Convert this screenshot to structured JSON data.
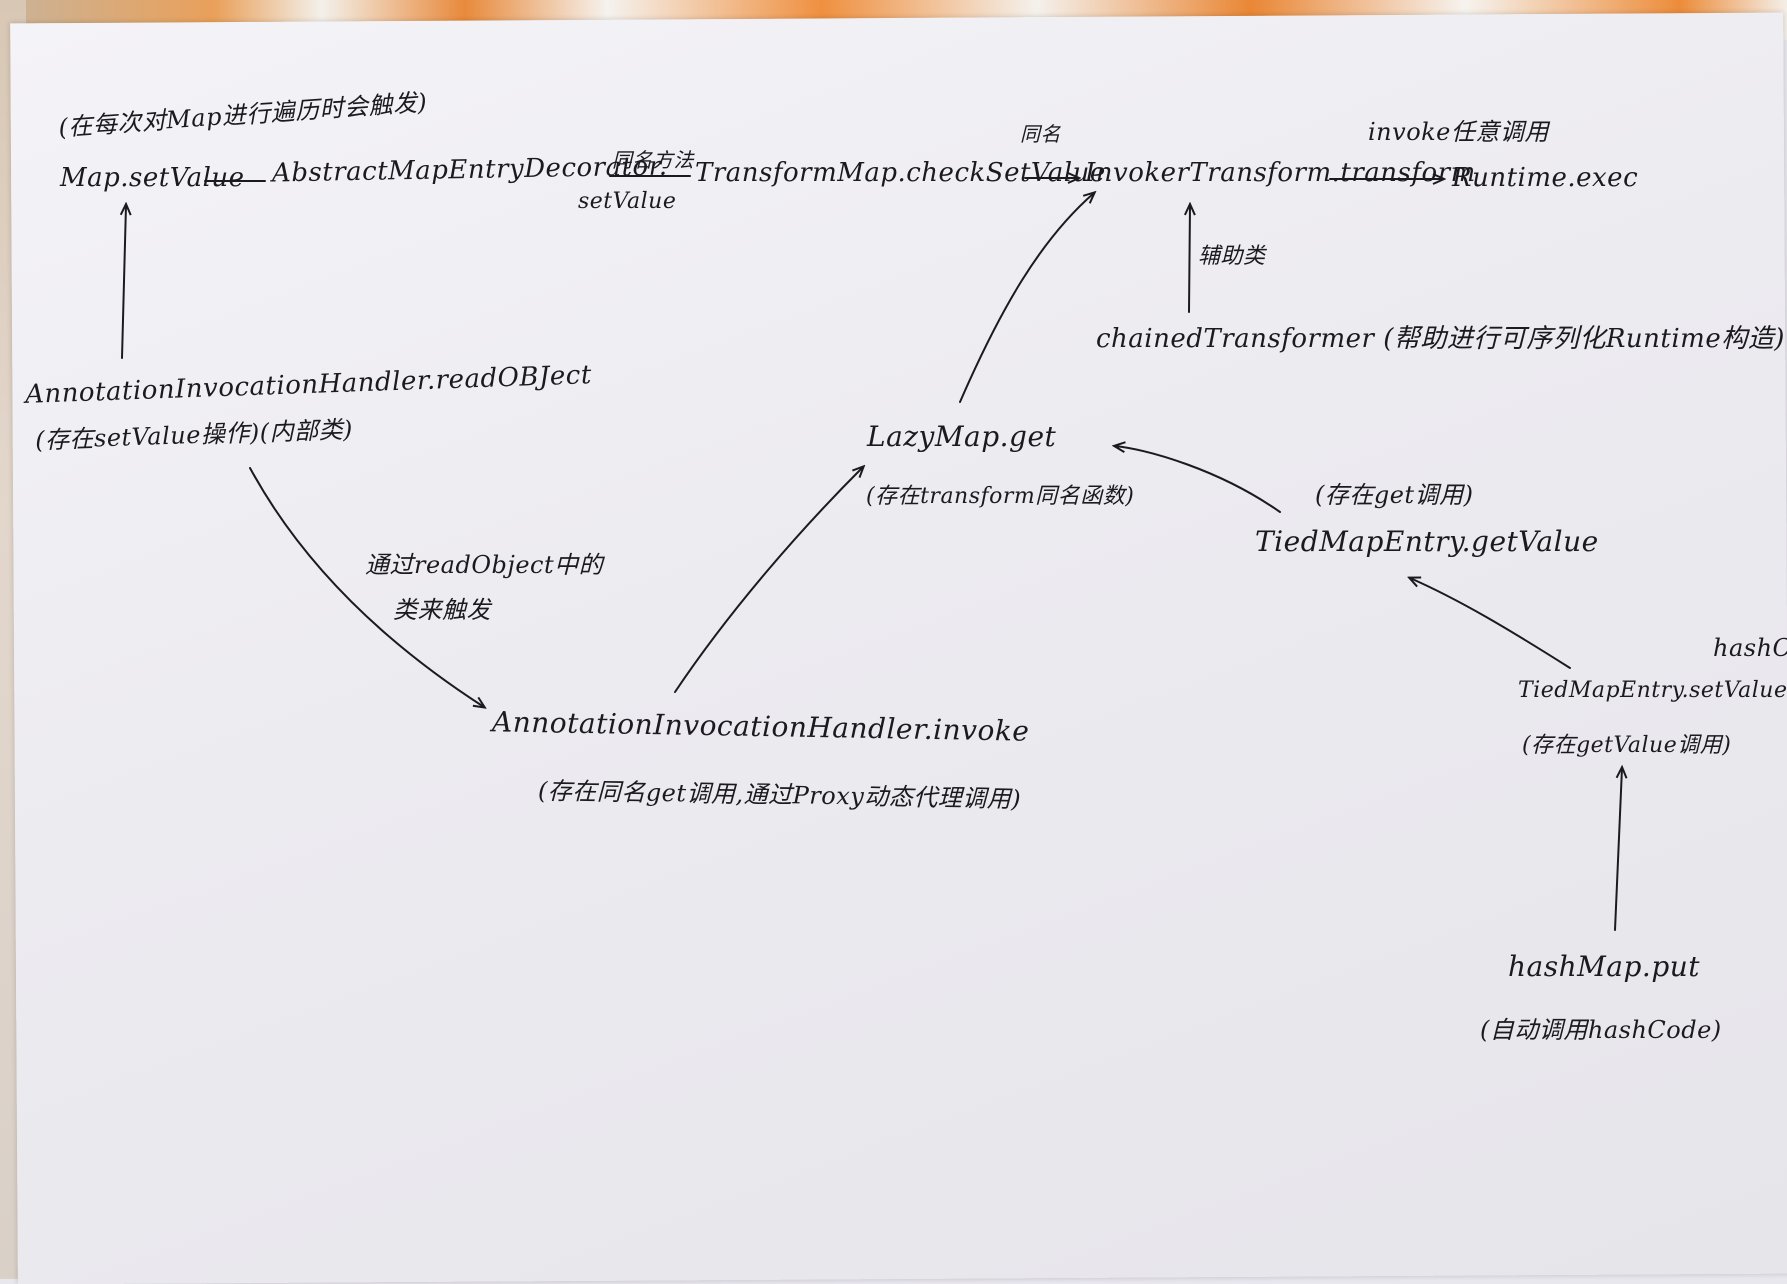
{
  "top_note": "(在每次对Map进行遍历时会触发)",
  "map_setvalue": "Map.setValue",
  "abstract_decorator": "AbstractMapEntryDecorator.",
  "same_name_method": "同名方法",
  "setvalue_under": "setValue",
  "transform_map": "TransformMap.checkSetValue",
  "same_name_top": "同名",
  "invoker_transform": "InvokerTransform.transform",
  "invoke_note": "invoke任意调用",
  "runtime_exec": "Runtime.exec",
  "helper_class": "辅助类",
  "chained_transformer": "chainedTransformer (帮助进行可序列化Runtime构造)",
  "annotation_readobject": "AnnotationInvocationHandler.readOBJect",
  "annotation_readobject_note": "(存在setValue操作)(内部类)",
  "trigger_note_line1": "通过readObject中的",
  "trigger_note_line2": "类来触发",
  "lazymap_get": "LazyMap.get",
  "lazymap_note": "(存在transform同名函数)",
  "tied_get_note": "(存在get调用)",
  "tied_getvalue": "TiedMapEntry.getValue",
  "annotation_invoke": "AnnotationInvocationHandler.invoke",
  "annotation_invoke_note": "(存在同名get调用,通过Proxy动态代理调用)",
  "tied_hashcode_top": "hashCode",
  "tied_setvalue": "TiedMapEntry.setValue",
  "tied_setvalue_note": "(存在getValue调用)",
  "hashmap_put": "hashMap.put",
  "hashmap_note": "(自动调用hashCode)"
}
